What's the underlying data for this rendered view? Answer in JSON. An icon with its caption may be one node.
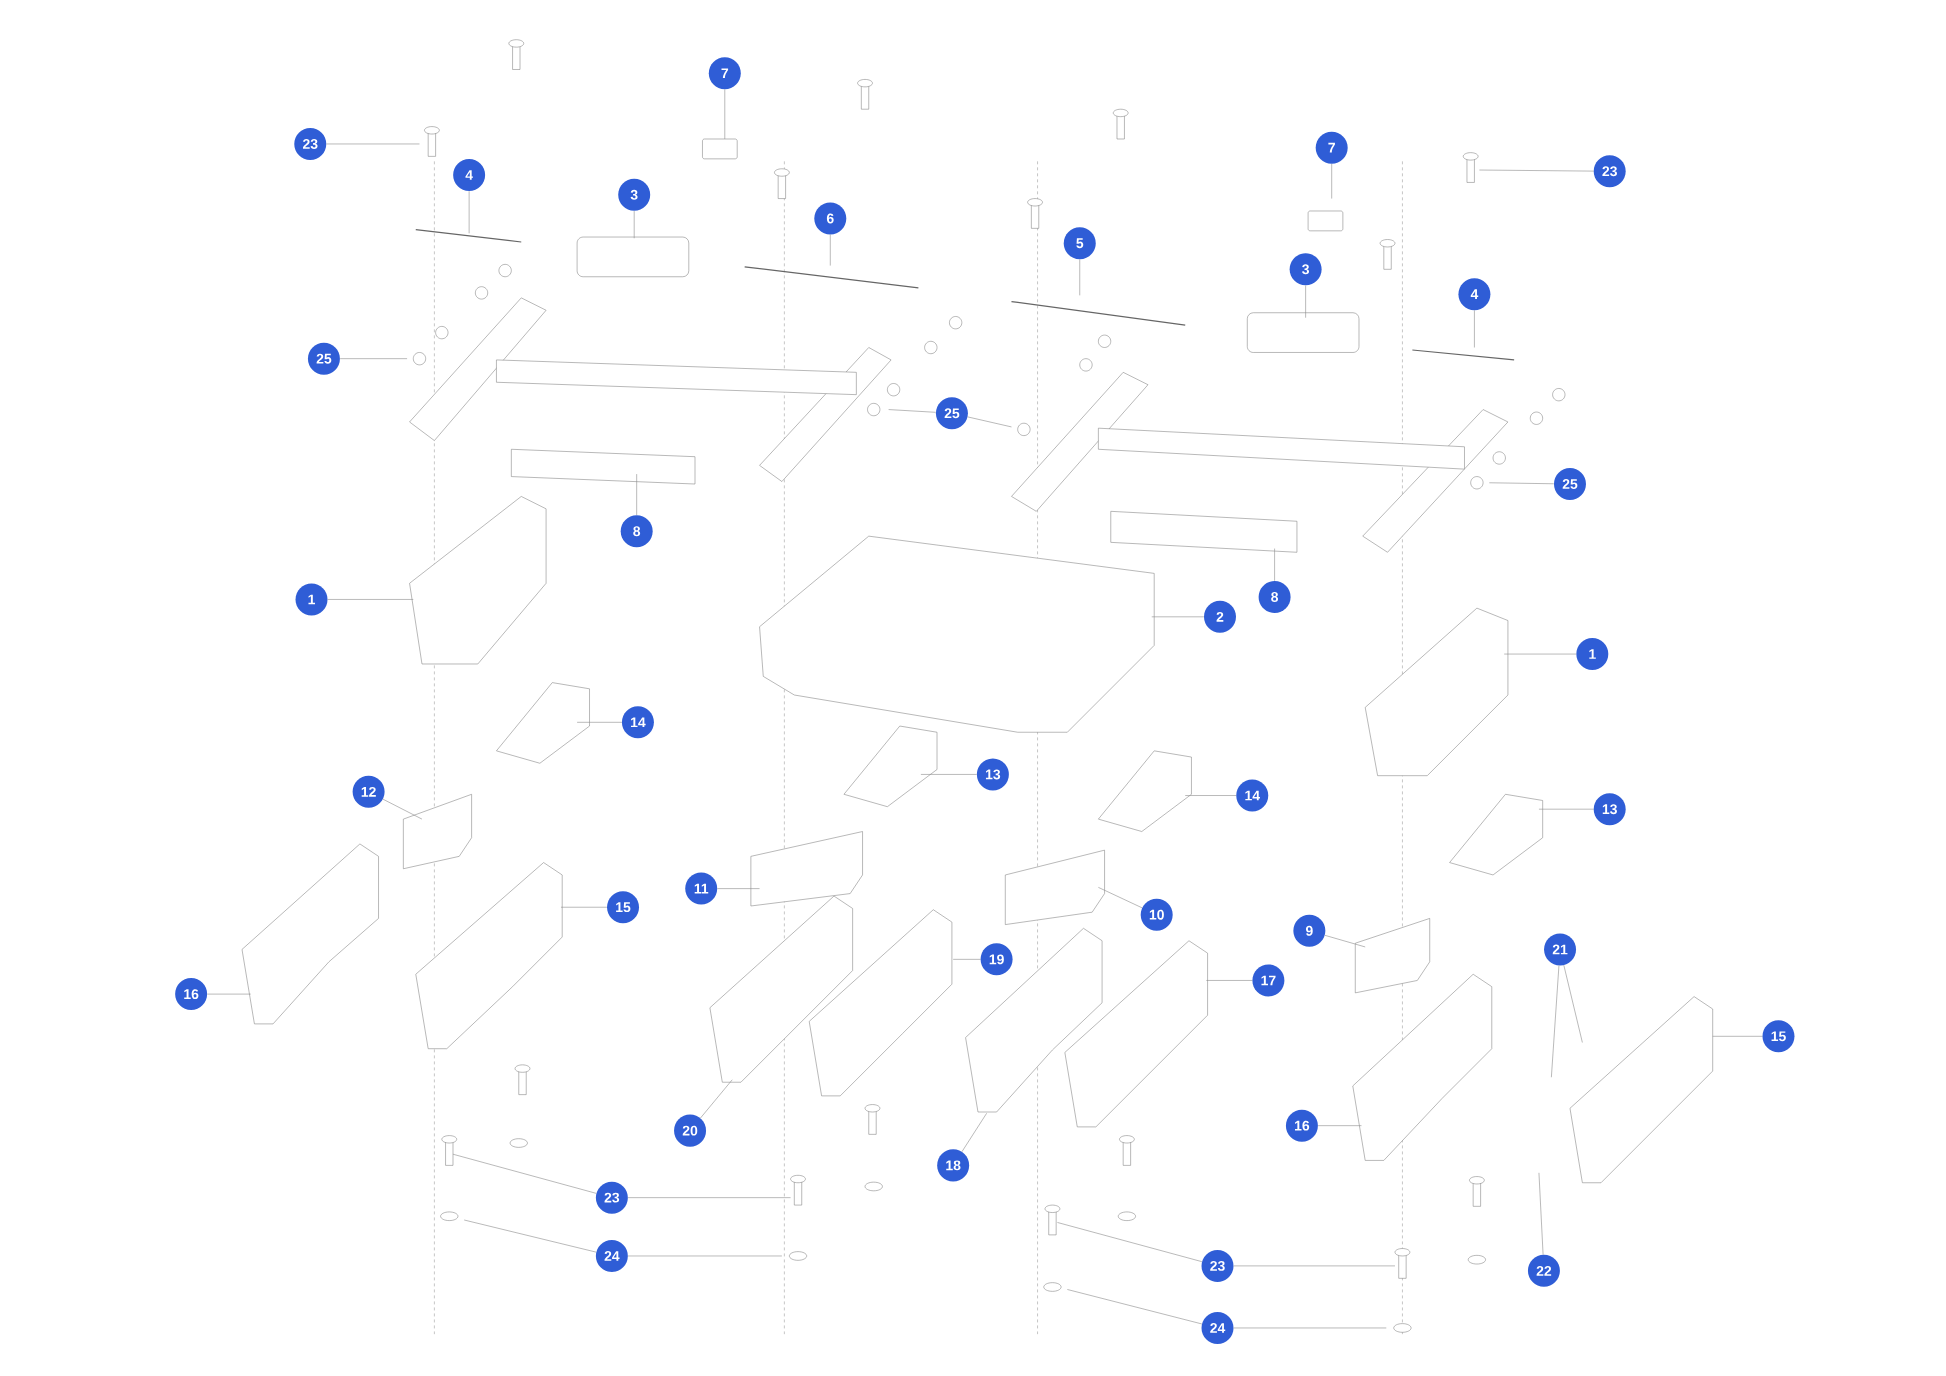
{
  "diagram": {
    "nodes": [
      {
        "text": [
          "7"
        ]
      },
      {
        "text": [
          "23"
        ]
      },
      {
        "text": [
          "7"
        ]
      },
      {
        "text": [
          "23"
        ]
      },
      {
        "text": [
          "4"
        ]
      },
      {
        "text": [
          "3"
        ]
      },
      {
        "text": [
          "6"
        ]
      },
      {
        "text": [
          "5"
        ]
      },
      {
        "text": [
          "3"
        ]
      },
      {
        "text": [
          "4"
        ]
      },
      {
        "text": [
          "25"
        ]
      },
      {
        "text": [
          "25"
        ]
      },
      {
        "text": [
          "25"
        ]
      },
      {
        "text": [
          "8"
        ]
      },
      {
        "text": [
          "8"
        ]
      },
      {
        "text": [
          "1"
        ]
      },
      {
        "text": [
          "2"
        ]
      },
      {
        "text": [
          "1"
        ]
      },
      {
        "text": [
          "14"
        ]
      },
      {
        "text": [
          "13"
        ]
      },
      {
        "text": [
          "12"
        ]
      },
      {
        "text": [
          "14"
        ]
      },
      {
        "text": [
          "13"
        ]
      },
      {
        "text": [
          "11"
        ]
      },
      {
        "text": [
          "15"
        ]
      },
      {
        "text": [
          "10"
        ]
      },
      {
        "text": [
          "9"
        ]
      },
      {
        "text": [
          "21"
        ]
      },
      {
        "text": [
          "19"
        ]
      },
      {
        "text": [
          "17"
        ]
      },
      {
        "text": [
          "16"
        ]
      },
      {
        "text": [
          "15"
        ]
      },
      {
        "text": [
          "16"
        ]
      },
      {
        "text": [
          "20"
        ]
      },
      {
        "text": [
          "18"
        ]
      },
      {
        "text": [
          "23"
        ]
      },
      {
        "text": [
          "24"
        ]
      },
      {
        "text": [
          "23"
        ]
      },
      {
        "text": [
          "22"
        ]
      },
      {
        "text": [
          "24"
        ]
      }
    ],
    "edges": [
      {
        "from": 0,
        "to": null,
        "arrow": "none"
      },
      {
        "from": 1,
        "to": null,
        "arrow": "none"
      },
      {
        "from": 2,
        "to": null,
        "arrow": "none"
      },
      {
        "from": 3,
        "to": null,
        "arrow": "none"
      },
      {
        "from": 4,
        "to": null,
        "arrow": "none"
      },
      {
        "from": 5,
        "to": null,
        "arrow": "none"
      },
      {
        "from": 6,
        "to": null,
        "arrow": "none"
      },
      {
        "from": 7,
        "to": null,
        "arrow": "none"
      },
      {
        "from": 8,
        "to": null,
        "arrow": "none"
      },
      {
        "from": 9,
        "to": null,
        "arrow": "none"
      },
      {
        "from": 10,
        "to": null,
        "arrow": "none"
      },
      {
        "from": 11,
        "to": null,
        "arrow": "none"
      },
      {
        "from": 11,
        "to": null,
        "arrow": "none"
      },
      {
        "from": 12,
        "to": null,
        "arrow": "none"
      },
      {
        "from": 13,
        "to": null,
        "arrow": "none"
      },
      {
        "from": 14,
        "to": null,
        "arrow": "none"
      },
      {
        "from": 15,
        "to": null,
        "arrow": "none"
      },
      {
        "from": 16,
        "to": null,
        "arrow": "none"
      },
      {
        "from": 17,
        "to": null,
        "arrow": "none"
      },
      {
        "from": 18,
        "to": null,
        "arrow": "none"
      },
      {
        "from": 19,
        "to": null,
        "arrow": "none"
      },
      {
        "from": 20,
        "to": null,
        "arrow": "none"
      },
      {
        "from": 21,
        "to": null,
        "arrow": "none"
      },
      {
        "from": 22,
        "to": null,
        "arrow": "none"
      },
      {
        "from": 23,
        "to": null,
        "arrow": "none"
      },
      {
        "from": 24,
        "to": null,
        "arrow": "none"
      },
      {
        "from": 25,
        "to": null,
        "arrow": "none"
      },
      {
        "from": 26,
        "to": null,
        "arrow": "none"
      },
      {
        "from": 27,
        "to": null,
        "arrow": "none"
      },
      {
        "from": 27,
        "to": null,
        "arrow": "none"
      },
      {
        "from": 28,
        "to": null,
        "arrow": "none"
      },
      {
        "from": 29,
        "to": null,
        "arrow": "none"
      },
      {
        "from": 30,
        "to": null,
        "arrow": "none"
      },
      {
        "from": 31,
        "to": null,
        "arrow": "none"
      },
      {
        "from": 32,
        "to": null,
        "arrow": "none"
      },
      {
        "from": 33,
        "to": null,
        "arrow": "none"
      },
      {
        "from": 34,
        "to": null,
        "arrow": "none"
      },
      {
        "from": 35,
        "to": null,
        "arrow": "none"
      },
      {
        "from": 35,
        "to": null,
        "arrow": "none"
      },
      {
        "from": 36,
        "to": null,
        "arrow": "none"
      },
      {
        "from": 36,
        "to": null,
        "arrow": "none"
      },
      {
        "from": 37,
        "to": null,
        "arrow": "none"
      },
      {
        "from": 37,
        "to": null,
        "arrow": "none"
      },
      {
        "from": 38,
        "to": null,
        "arrow": "none"
      },
      {
        "from": 39,
        "to": null,
        "arrow": "none"
      },
      {
        "from": 39,
        "to": null,
        "arrow": "none"
      }
    ]
  }
}
